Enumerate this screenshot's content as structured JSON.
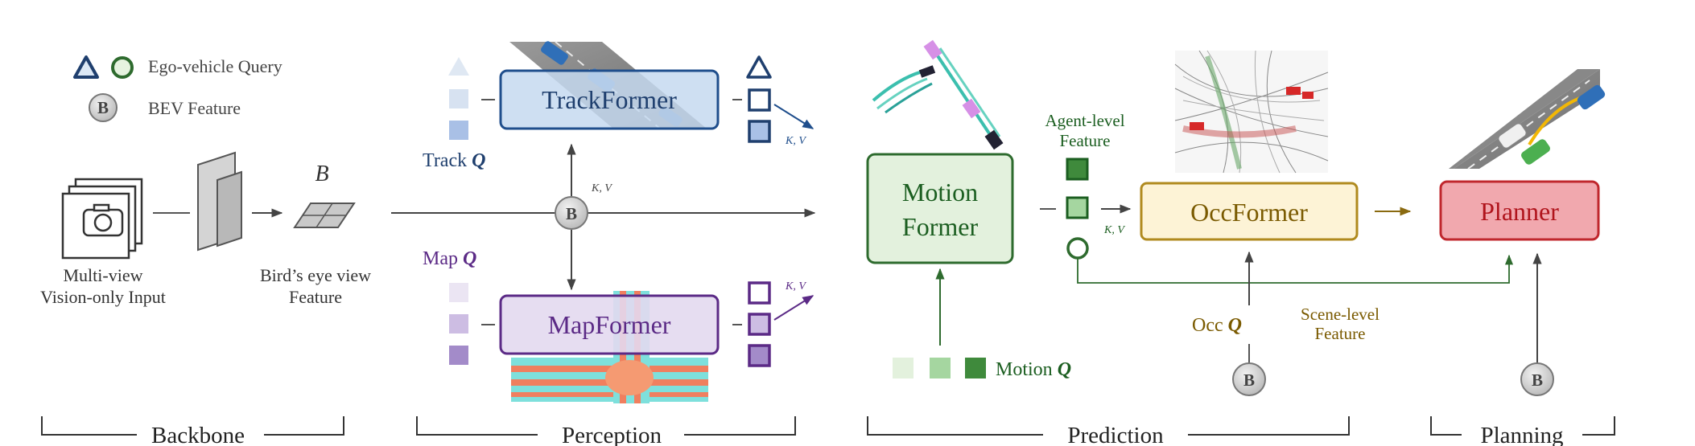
{
  "legend": {
    "ego_query_label": "Ego-vehicle Query",
    "bev_feature_label": "BEV Feature",
    "bev_symbol": "B"
  },
  "backbone": {
    "input_caption_line1": "Multi-view",
    "input_caption_line2": "Vision-only Input",
    "bev_label": "B",
    "bev_caption_line1": "Bird’s eye view",
    "bev_caption_line2": "Feature"
  },
  "perception": {
    "trackformer_label": "TrackFormer",
    "track_query_label": "Track",
    "mapformer_label": "MapFormer",
    "map_query_label": "Map",
    "kv_label": "K, V"
  },
  "prediction": {
    "motionformer_line1": "Motion",
    "motionformer_line2": "Former",
    "agent_feature_line1": "Agent-level",
    "agent_feature_line2": "Feature",
    "motion_query_label": "Motion",
    "occformer_label": "OccFormer",
    "occ_query_label": "Occ",
    "scene_feature_line1": "Scene-level",
    "scene_feature_line2": "Feature",
    "kv_label": "K, V"
  },
  "planning": {
    "planner_label": "Planner"
  },
  "query_symbol": "Q",
  "sections": [
    "Backbone",
    "Perception",
    "Prediction",
    "Planning"
  ],
  "colors": {
    "track_fill": "#c6d9f0",
    "track_stroke": "#1f4e8c",
    "map_fill": "#e3d9f0",
    "map_stroke": "#5b2a86",
    "motion_fill": "#e3f1dd",
    "motion_stroke": "#2e6b2e",
    "occ_fill": "#fdf3d6",
    "occ_stroke": "#b08a1e",
    "occ_text": "#7a5a00",
    "planner_fill": "#f1a8ae",
    "planner_stroke": "#c0272d",
    "planner_text": "#b0141c"
  }
}
